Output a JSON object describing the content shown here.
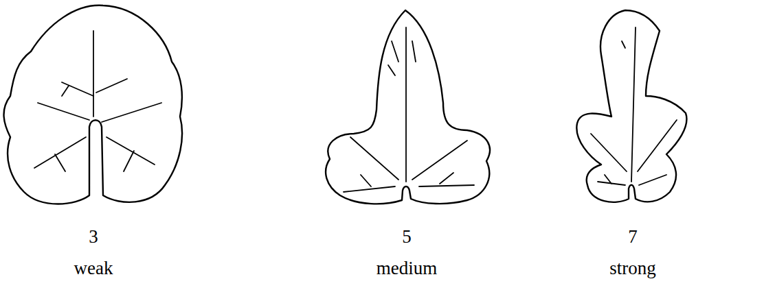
{
  "diagram": {
    "labels": [
      "3",
      "weak",
      "5",
      "medium",
      "7",
      "strong"
    ]
  }
}
